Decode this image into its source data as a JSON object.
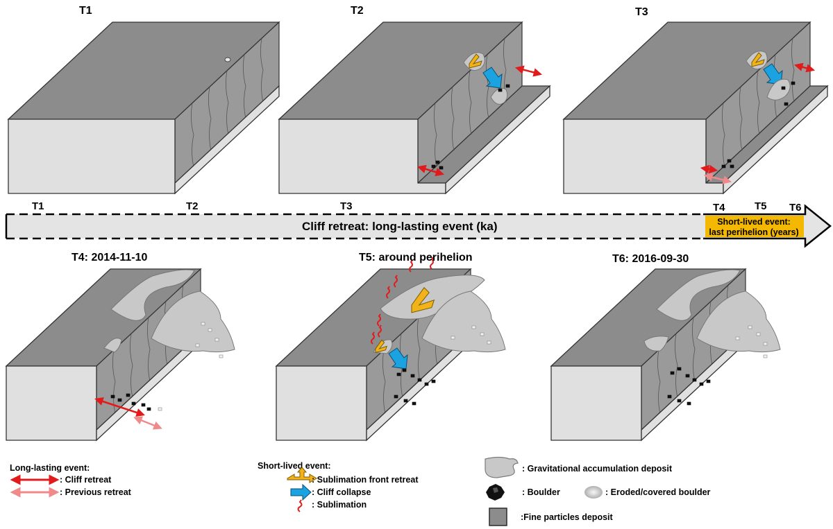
{
  "panels": {
    "t1": {
      "title": "T1"
    },
    "t2": {
      "title": "T2"
    },
    "t3": {
      "title": "T3"
    },
    "t4": {
      "title": "T4: 2014-11-10"
    },
    "t5": {
      "title": "T5: around perihelion"
    },
    "t6": {
      "title": "T6: 2016-09-30"
    }
  },
  "timeline": {
    "ticks": [
      "T1",
      "T2",
      "T3",
      "T4",
      "T5",
      "T6"
    ],
    "long_label": "Cliff retreat: long-lasting event (ka)",
    "short_label_line1": "Short-lived event:",
    "short_label_line2": "last perihelion (years)",
    "short_color": "#f5b800"
  },
  "legend": {
    "long_title": "Long-lasting event:",
    "cliff_retreat": ": Cliff retreat",
    "previous_retreat": ": Previous retreat",
    "short_title": "Short-lived event:",
    "sublimation_front": ": Sublimation front retreat",
    "cliff_collapse": ": Cliff collapse",
    "sublimation": ": Sublimation",
    "grav_deposit": ": Gravitational accumulation deposit",
    "boulder": ": Boulder",
    "eroded_boulder": ": Eroded/covered boulder",
    "fine_particles": ":Fine particles deposit"
  },
  "colors": {
    "top_surface": "#8c8c8c",
    "side_face": "#e0e0e0",
    "cliff_retreat_arrow": "#e11b1b",
    "previous_retreat_arrow": "#f08a8a",
    "collapse_arrow": "#1aa3e0",
    "sublimation_front_arrow": "#f2b31a"
  }
}
